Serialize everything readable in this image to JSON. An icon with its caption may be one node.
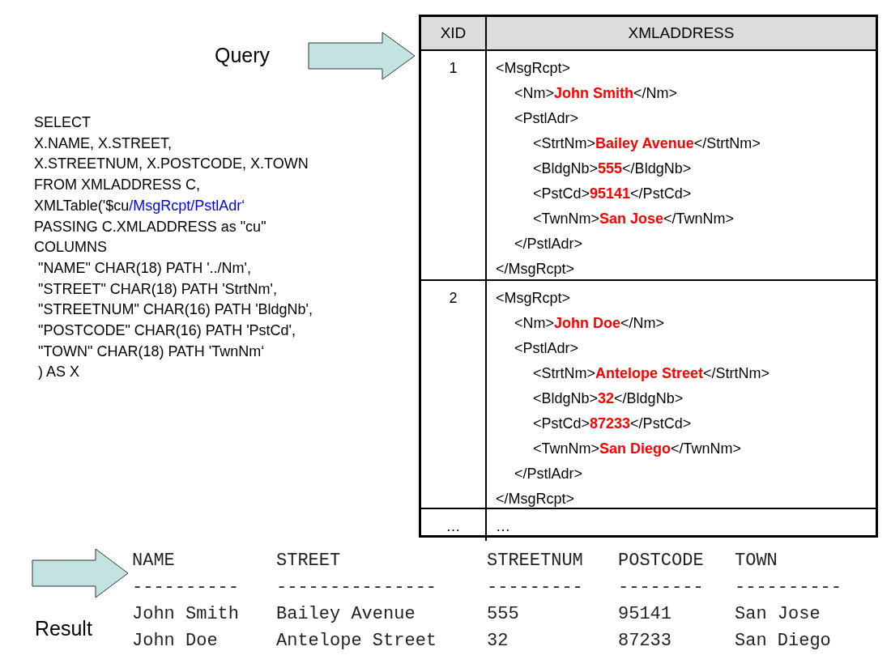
{
  "diagram": {
    "nodes": [
      {
        "text": [
          "SELECT",
          "X.NAME, X.STREET,",
          "X.STREETNUM, X.POSTCODE, X.TOWN",
          "FROM XMLADDRESS C,",
          "XMLTable('$cu",
          "/MsgRcpt/PstlAdr‘",
          "PASSING C.XMLADDRESS as \"cu\"",
          "COLUMNS",
          "\"NAME\" CHAR(18) PATH '../Nm',",
          "\"STREET\" CHAR(18) PATH 'StrtNm',",
          "\"STREETNUM\" CHAR(16) PATH 'BldgNb',",
          "\"POSTCODE\" CHAR(16) PATH 'PstCd',",
          "\"TOWN\" CHAR(18) PATH 'TwnNm‘",
          ") AS X"
        ]
      },
      {
        "text": [
          "XID",
          "XMLADDRESS"
        ]
      },
      {
        "text": [
          "1",
          "<MsgRcpt>",
          "<Nm>**John Smith**</Nm>",
          "<PstlAdr>",
          "<StrtNm>**Bailey Avenue**</StrtNm>",
          "<BldgNb>**555**</BldgNb>",
          "<PstCd>**95141**</PstCd>",
          "<TwnNm>**San Jose**</TwnNm>",
          "</PstlAdr>",
          "</MsgRcpt>"
        ],
        "in": 1
      },
      {
        "text": [
          "2",
          "<MsgRcpt>",
          "<Nm>**John Doe**</Nm>",
          "<PstlAdr>",
          "<StrtNm>**Antelope Street**</StrtNm>",
          "<BldgNb>**32**</BldgNb>",
          "<PstCd>**87233**</PstCd>",
          "<TwnNm>**San Diego**</TwnNm>",
          "</PstlAdr>",
          "</MsgRcpt>"
        ],
        "in": 1
      },
      {
        "text": [
          "…",
          "…"
        ],
        "in": 1
      },
      {
        "text": [
          "NAME",
          "STREET",
          "STREETNUM",
          "POSTCODE",
          "TOWN",
          "----------",
          "---------------",
          "---------",
          "--------",
          "----------",
          "John Smith",
          "Bailey Avenue",
          "555",
          "95141",
          "San Jose",
          "John Doe",
          "Antelope Street",
          "32",
          "87233",
          "San Diego"
        ]
      }
    ],
    "edges": [
      {
        "from": null,
        "to": 1,
        "arrow": "to"
      },
      {
        "from": null,
        "to": 5,
        "arrow": "to"
      }
    ],
    "labels": [
      "Query",
      "Result"
    ]
  }
}
